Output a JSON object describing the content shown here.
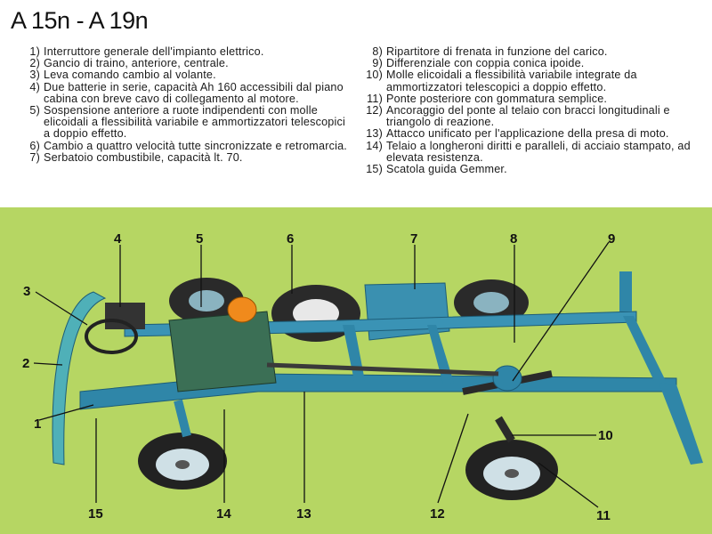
{
  "title": "A 15n - A 19n",
  "legend_left": [
    {
      "n": "1)",
      "text": "Interruttore generale dell'impianto elettrico."
    },
    {
      "n": "2)",
      "text": "Gancio di traino, anteriore, centrale."
    },
    {
      "n": "3)",
      "text": "Leva comando cambio al volante."
    },
    {
      "n": "4)",
      "text": "Due batterie in serie, capacità Ah 160 accessibili dal piano cabina con breve cavo di collegamento al motore."
    },
    {
      "n": "5)",
      "text": "Sospensione anteriore a ruote indipendenti con molle elicoidali a flessibilità variabile e ammortizzatori telescopici a doppio effetto."
    },
    {
      "n": "6)",
      "text": "Cambio a quattro velocità tutte sincronizzate e retromarcia."
    },
    {
      "n": "7)",
      "text": "Serbatoio combustibile, capacità lt. 70."
    }
  ],
  "legend_right": [
    {
      "n": "8)",
      "text": "Ripartitore di frenata in funzione del carico."
    },
    {
      "n": "9)",
      "text": "Differenziale con coppia conica ipoide."
    },
    {
      "n": "10)",
      "text": "Molle elicoidali a flessibilità variabile integrate da ammortizzatori telescopici a doppio effetto."
    },
    {
      "n": "11)",
      "text": "Ponte posteriore con gommatura semplice."
    },
    {
      "n": "12)",
      "text": "Ancoraggio del ponte al telaio con bracci longitudinali e triangolo di reazione."
    },
    {
      "n": "13)",
      "text": "Attacco unificato per l'applicazione della presa di moto."
    },
    {
      "n": "14)",
      "text": "Telaio a longheroni diritti e paralleli, di acciaio stampato, ad elevata resistenza."
    },
    {
      "n": "15)",
      "text": "Scatola guida Gemmer."
    }
  ],
  "callouts": [
    "1",
    "2",
    "3",
    "4",
    "5",
    "6",
    "7",
    "8",
    "9",
    "10",
    "11",
    "12",
    "13",
    "14",
    "15"
  ],
  "colors": {
    "background": "#b6d663",
    "chassis": "#2f86a8",
    "tire": "#222222"
  }
}
